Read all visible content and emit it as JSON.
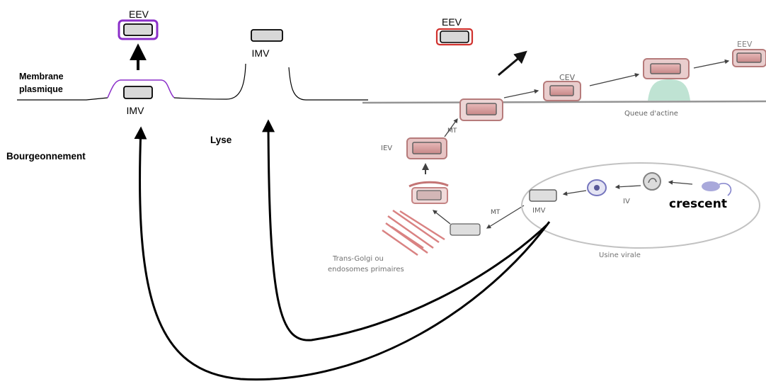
{
  "labels": {
    "eev_top": "EEV",
    "imv_bottom": "IMV",
    "membrane": [
      "Membrane",
      "plasmique"
    ],
    "bourgeonnement": "Bourgeonnement",
    "lyse": "Lyse",
    "imv_lyse": "IMV",
    "eev_right": "EEV",
    "crescent": "crescent"
  },
  "figure": {
    "eev_far": "EEV",
    "cev": "CEV",
    "queue": "Queue d'actine",
    "iev": "IEV",
    "mt_upper": "MT",
    "mt_lower": "MT",
    "imv": "IMV",
    "iv": "IV",
    "golgi": [
      "Trans-Golgi ou",
      "endosomes primaires"
    ],
    "usine": "Usine virale"
  },
  "colors": {
    "purple": "#8b2fc9",
    "red": "#d0312d",
    "particle_fill": "#d8d8d8",
    "vesicle_fill": "#c98a8a",
    "vesicle_border": "#a86b6b",
    "actin": "#7fc9a8",
    "iv_blue": "#6a6ab8"
  }
}
